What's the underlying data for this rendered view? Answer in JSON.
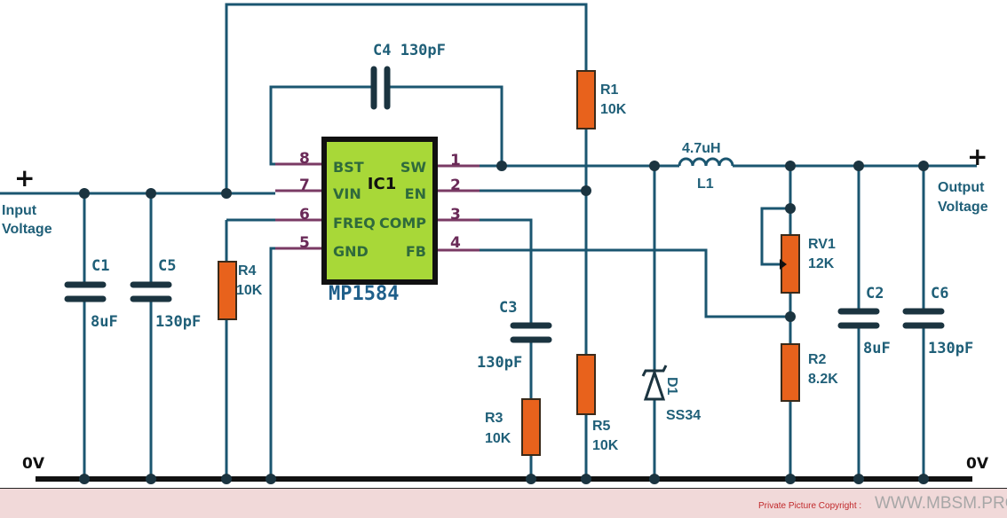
{
  "ic": {
    "ref": "IC1",
    "part": "MP1584",
    "left_pins": [
      {
        "num": "8",
        "name": "BST"
      },
      {
        "num": "7",
        "name": "VIN"
      },
      {
        "num": "6",
        "name": "FREQ"
      },
      {
        "num": "5",
        "name": "GND"
      }
    ],
    "right_pins": [
      {
        "num": "1",
        "name": "SW"
      },
      {
        "num": "2",
        "name": "EN"
      },
      {
        "num": "3",
        "name": "COMP"
      },
      {
        "num": "4",
        "name": "FB"
      }
    ],
    "fill_color": "#a8d838"
  },
  "components": {
    "c4": {
      "label": "C4 130pF"
    },
    "r1": {
      "ref": "R1",
      "value": "10K"
    },
    "c1": {
      "ref": "C1",
      "value": "8uF"
    },
    "c5": {
      "ref": "C5",
      "value": "130pF"
    },
    "r4": {
      "ref": "R4",
      "value": "10K"
    },
    "c3": {
      "ref": "C3",
      "value": "130pF"
    },
    "r3": {
      "ref": "R3",
      "value": "10K"
    },
    "r5": {
      "ref": "R5",
      "value": "10K"
    },
    "d1": {
      "ref": "D1",
      "value": "SS34"
    },
    "l1": {
      "ref": "L1",
      "value": "4.7uH"
    },
    "rv1": {
      "ref": "RV1",
      "value": "12K"
    },
    "r2": {
      "ref": "R2",
      "value": "8.2K"
    },
    "c2": {
      "ref": "C2",
      "value": "8uF"
    },
    "c6": {
      "ref": "C6",
      "value": "130pF"
    }
  },
  "terminals": {
    "input_plus": "+",
    "input_label_1": "Input",
    "input_label_2": "Voltage",
    "output_plus": "+",
    "output_label_1": "Output",
    "output_label_2": "Voltage",
    "ground_left": "0V",
    "ground_right": "0V"
  },
  "footer": {
    "copyright": "Private Picture Copyright :",
    "site": "WWW.MBSM.PRO"
  },
  "colors": {
    "wire": "#1b5670",
    "resistor": "#e8621c",
    "label": "#1f5f78",
    "footer_bg": "#f1d9d9"
  }
}
